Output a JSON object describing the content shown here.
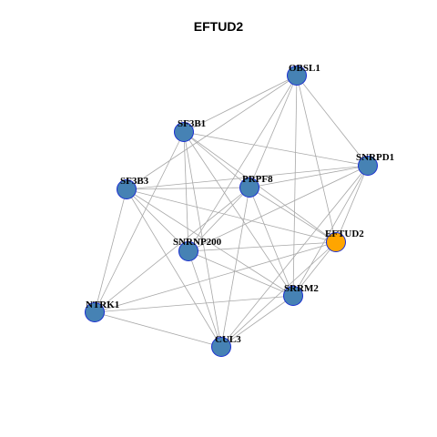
{
  "title": "EFTUD2",
  "colors": {
    "node_fill": "#4682B4",
    "node_stroke": "#1a2fd0",
    "highlight_fill": "#FFA500",
    "edge": "#a8a8a8",
    "label": "#000000"
  },
  "nodes": [
    {
      "id": "OBSL1",
      "label": "OBSL1",
      "highlight": false
    },
    {
      "id": "SF3B1",
      "label": "SF3B1",
      "highlight": false
    },
    {
      "id": "SNRPD1",
      "label": "SNRPD1",
      "highlight": false
    },
    {
      "id": "SF3B3",
      "label": "SF3B3",
      "highlight": false
    },
    {
      "id": "PRPF8",
      "label": "PRPF8",
      "highlight": false
    },
    {
      "id": "EFTUD2",
      "label": "EFTUD2",
      "highlight": true
    },
    {
      "id": "SNRNP200",
      "label": "SNRNP200",
      "highlight": false
    },
    {
      "id": "SRRM2",
      "label": "SRRM2",
      "highlight": false
    },
    {
      "id": "NTRK1",
      "label": "NTRK1",
      "highlight": false
    },
    {
      "id": "CUL3",
      "label": "CUL3",
      "highlight": false
    }
  ],
  "edges": [
    [
      "OBSL1",
      "SF3B1"
    ],
    [
      "OBSL1",
      "SF3B3"
    ],
    [
      "OBSL1",
      "SNRPD1"
    ],
    [
      "OBSL1",
      "PRPF8"
    ],
    [
      "OBSL1",
      "SNRNP200"
    ],
    [
      "OBSL1",
      "EFTUD2"
    ],
    [
      "OBSL1",
      "SRRM2"
    ],
    [
      "SF3B1",
      "SNRPD1"
    ],
    [
      "SF3B1",
      "PRPF8"
    ],
    [
      "SF3B1",
      "SNRNP200"
    ],
    [
      "SF3B1",
      "EFTUD2"
    ],
    [
      "SF3B1",
      "SRRM2"
    ],
    [
      "SF3B1",
      "CUL3"
    ],
    [
      "SF3B1",
      "NTRK1"
    ],
    [
      "SNRPD1",
      "SF3B3"
    ],
    [
      "SNRPD1",
      "PRPF8"
    ],
    [
      "SNRPD1",
      "SNRNP200"
    ],
    [
      "SNRPD1",
      "EFTUD2"
    ],
    [
      "SNRPD1",
      "SRRM2"
    ],
    [
      "SNRPD1",
      "CUL3"
    ],
    [
      "SF3B3",
      "PRPF8"
    ],
    [
      "SF3B3",
      "SNRNP200"
    ],
    [
      "SF3B3",
      "EFTUD2"
    ],
    [
      "SF3B3",
      "SRRM2"
    ],
    [
      "SF3B3",
      "NTRK1"
    ],
    [
      "SF3B3",
      "CUL3"
    ],
    [
      "PRPF8",
      "SNRNP200"
    ],
    [
      "PRPF8",
      "EFTUD2"
    ],
    [
      "PRPF8",
      "SRRM2"
    ],
    [
      "PRPF8",
      "CUL3"
    ],
    [
      "PRPF8",
      "NTRK1"
    ],
    [
      "SNRNP200",
      "EFTUD2"
    ],
    [
      "SNRNP200",
      "SRRM2"
    ],
    [
      "SNRNP200",
      "CUL3"
    ],
    [
      "EFTUD2",
      "SRRM2"
    ],
    [
      "EFTUD2",
      "CUL3"
    ],
    [
      "EFTUD2",
      "NTRK1"
    ],
    [
      "SRRM2",
      "NTRK1"
    ],
    [
      "SRRM2",
      "CUL3"
    ],
    [
      "NTRK1",
      "CUL3"
    ]
  ]
}
